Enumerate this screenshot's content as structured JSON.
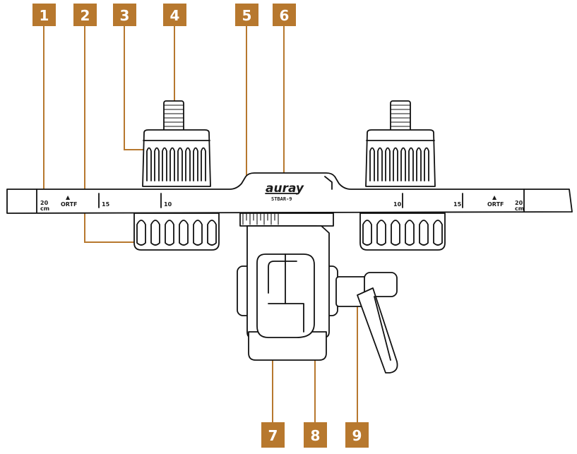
{
  "diagram": {
    "brand_logo": "auray",
    "model": "STBAR-9",
    "accent_color": "#b7782e",
    "scale_left": {
      "unit_number": "20",
      "unit": "cm",
      "ortf_mark": "▲",
      "ortf": "ORTF",
      "tick_15": "15",
      "tick_10": "10"
    },
    "scale_right": {
      "tick_10": "10",
      "tick_15": "15",
      "ortf_mark": "▲",
      "ortf": "ORTF",
      "unit_number": "20",
      "unit": "cm"
    },
    "callouts": [
      "1",
      "2",
      "3",
      "4",
      "5",
      "6",
      "7",
      "8",
      "9"
    ]
  }
}
